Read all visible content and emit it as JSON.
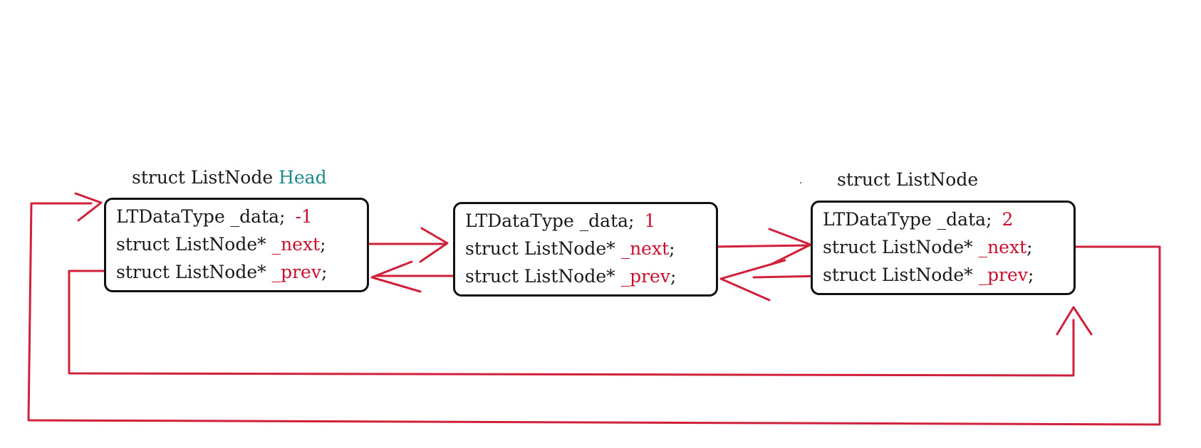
{
  "diagram": {
    "nodes": [
      {
        "title": "struct ListNode ",
        "title_accent": "Head",
        "fields": [
          {
            "decl": "LTDataType _data;",
            "value": "-1"
          },
          {
            "decl": "struct ListNode* ",
            "name": "_next",
            "suffix": ";"
          },
          {
            "decl": "struct ListNode* ",
            "name": "_prev",
            "suffix": ";"
          }
        ]
      },
      {
        "title": "",
        "title_accent": "",
        "fields": [
          {
            "decl": "LTDataType _data;",
            "value": "1"
          },
          {
            "decl": "struct ListNode* ",
            "name": "_next",
            "suffix": ";"
          },
          {
            "decl": "struct ListNode* ",
            "name": "_prev",
            "suffix": ";"
          }
        ]
      },
      {
        "title": "struct ListNode",
        "title_accent": "",
        "fields": [
          {
            "decl": "LTDataType _data;",
            "value": "2"
          },
          {
            "decl": "struct ListNode* ",
            "name": "_next",
            "suffix": ";"
          },
          {
            "decl": "struct ListNode* ",
            "name": "_prev",
            "suffix": ";"
          }
        ]
      }
    ],
    "arrow_color": "#d0203a",
    "accent_color": "#1a8a8a"
  }
}
